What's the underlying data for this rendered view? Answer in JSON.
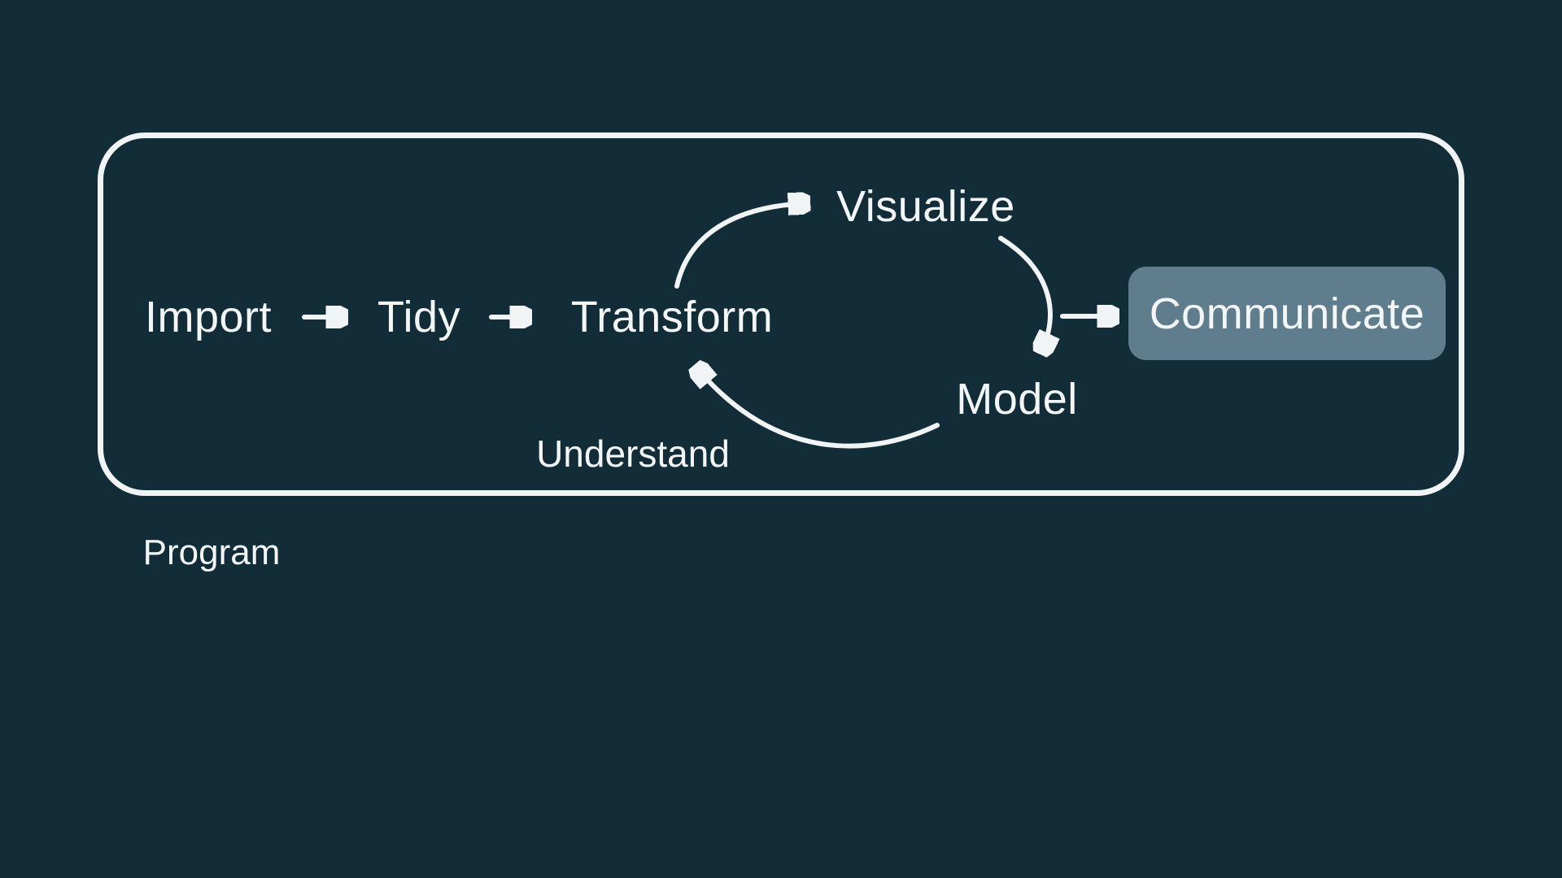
{
  "workflow": {
    "import": "Import",
    "tidy": "Tidy",
    "transform": "Transform",
    "visualize": "Visualize",
    "model": "Model",
    "communicate": "Communicate"
  },
  "annotations": {
    "understand": "Understand",
    "program": "Program"
  },
  "edges": [
    {
      "from": "import",
      "to": "tidy",
      "style": "straight"
    },
    {
      "from": "tidy",
      "to": "transform",
      "style": "straight"
    },
    {
      "from": "transform",
      "to": "visualize",
      "style": "arc"
    },
    {
      "from": "visualize",
      "to": "model",
      "style": "arc"
    },
    {
      "from": "model",
      "to": "transform",
      "style": "arc"
    },
    {
      "from": "model",
      "to": "communicate",
      "style": "straight"
    }
  ],
  "colors": {
    "background": "#132D38",
    "foreground": "#F1F4F5",
    "communicate_highlight": "#5F7D8C"
  }
}
